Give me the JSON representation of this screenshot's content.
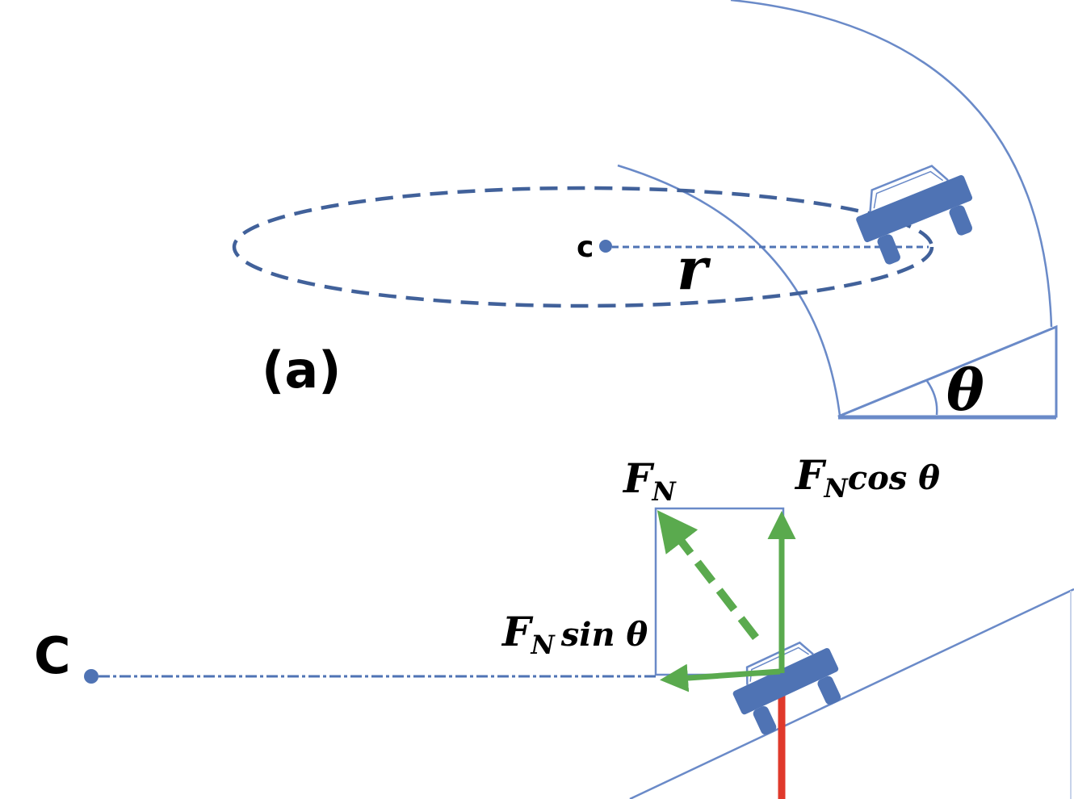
{
  "panel_a": {
    "label": "(a)",
    "center_label": "c",
    "radius_label": "r",
    "angle_label": "θ"
  },
  "panel_b": {
    "center_label": "C",
    "normal_force": {
      "symbol": "F",
      "subscript": "N"
    },
    "vertical_component": {
      "symbol": "F",
      "subscript": "N",
      "suffix": "cos θ"
    },
    "horizontal_component": {
      "symbol": "F",
      "subscript": "N",
      "suffix": "sin θ"
    }
  },
  "colors": {
    "outline": "#5b7fc0",
    "car": "#4f73b4",
    "dash": "#41619a",
    "component_arrow": "#5aaa4e",
    "weight_arrow": "#e0392b",
    "text": "#000000"
  }
}
